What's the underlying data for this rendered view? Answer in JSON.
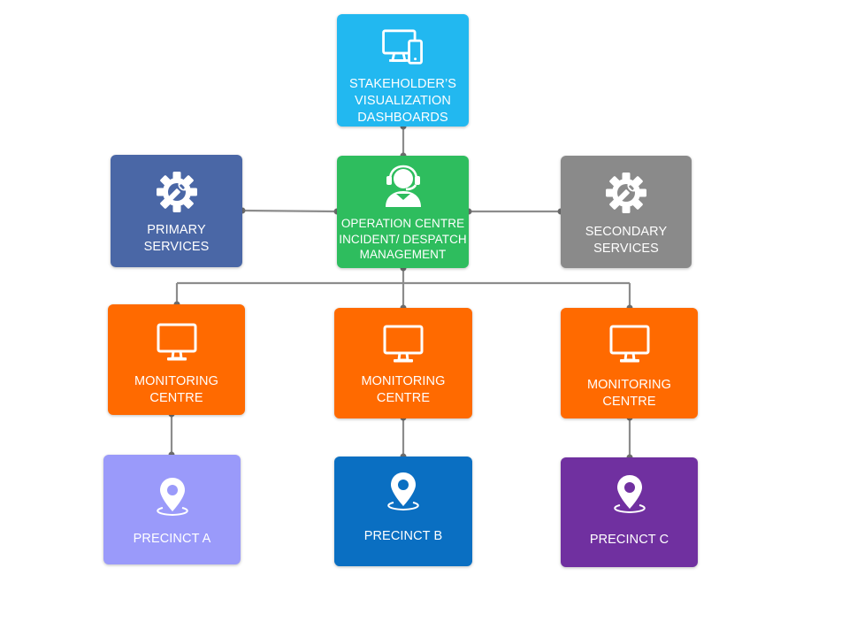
{
  "colors": {
    "stakeholder": "#22b8f0",
    "operation": "#2ebd5e",
    "primary": "#4a67a6",
    "secondary": "#8a8a8a",
    "monitoring": "#ff6a00",
    "precinct_a": "#9a9afa",
    "precinct_b": "#0a6fc2",
    "precinct_c": "#7030a0",
    "connector": "#8c8c8c",
    "connector_dot": "#6e6e6e"
  },
  "nodes": {
    "stakeholder": {
      "icon": "devices-icon",
      "lines": [
        "STAKEHOLDER’S",
        "VISUALIZATION",
        "DASHBOARDS"
      ]
    },
    "operation": {
      "icon": "headset-operator-icon",
      "lines": [
        "OPERATION CENTRE",
        "INCIDENT/ DESPATCH",
        "MANAGEMENT"
      ]
    },
    "primary": {
      "icon": "gear-wrench-icon",
      "lines": [
        "PRIMARY",
        "SERVICES"
      ]
    },
    "secondary": {
      "icon": "gear-wrench-icon",
      "lines": [
        "SECONDARY",
        "SERVICES"
      ]
    },
    "monitoring_1": {
      "icon": "monitor-icon",
      "lines": [
        "MONITORING",
        "CENTRE"
      ]
    },
    "monitoring_2": {
      "icon": "monitor-icon",
      "lines": [
        "MONITORING",
        "CENTRE"
      ]
    },
    "monitoring_3": {
      "icon": "monitor-icon",
      "lines": [
        "MONITORING",
        "CENTRE"
      ]
    },
    "precinct_a": {
      "icon": "map-pin-icon",
      "lines": [
        "PRECINCT A"
      ]
    },
    "precinct_b": {
      "icon": "map-pin-icon",
      "lines": [
        "PRECINCT B"
      ]
    },
    "precinct_c": {
      "icon": "map-pin-icon",
      "lines": [
        "PRECINCT C"
      ]
    }
  }
}
